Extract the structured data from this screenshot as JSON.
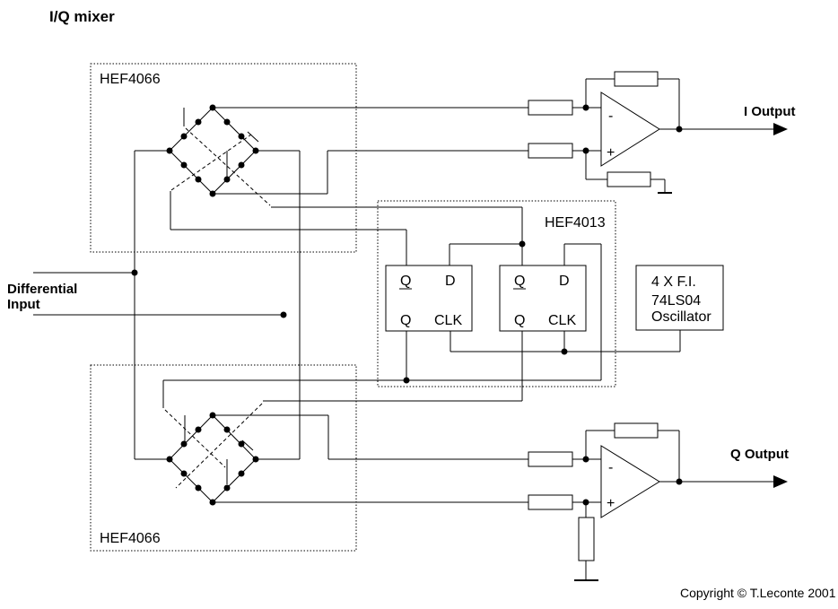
{
  "title": "I/Q mixer",
  "input": {
    "label_line1": "Differential",
    "label_line2": "Input"
  },
  "switch_box_top": {
    "label": "HEF4066"
  },
  "switch_box_bottom": {
    "label": "HEF4066"
  },
  "divider_box": {
    "label": "HEF4013"
  },
  "flip_flop_1": {
    "q_bar": "Q",
    "d": "D",
    "q": "Q",
    "clk": "CLK"
  },
  "flip_flop_2": {
    "q_bar": "Q",
    "d": "D",
    "q": "Q",
    "clk": "CLK"
  },
  "oscillator": {
    "line1": "4 X F.I.",
    "line2": "74LS04",
    "line3": "Oscillator"
  },
  "opamp_i": {
    "minus": "-",
    "plus": "+",
    "output_label": "I Output"
  },
  "opamp_q": {
    "minus": "-",
    "plus": "+",
    "output_label": "Q Output"
  },
  "footer": {
    "copyright": "Copyright © T.Leconte 2001"
  },
  "colors": {
    "line": "#000000",
    "text": "#000000",
    "background": "#ffffff"
  }
}
